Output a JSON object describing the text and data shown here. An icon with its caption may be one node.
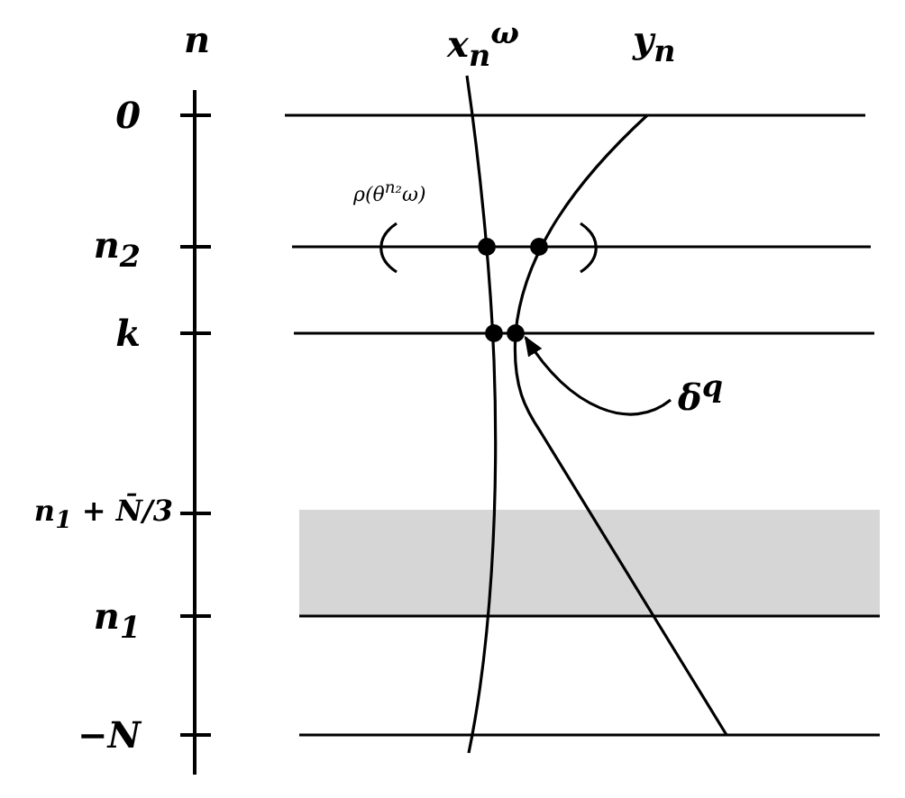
{
  "diagram": {
    "nodes": [
      {
        "text": [
          "δ$^{q}$"
        ]
      },
      {
        "text": [],
        "shape": "circle"
      },
      {
        "text": [],
        "shape": "circle"
      },
      {
        "text": [],
        "shape": "circle"
      },
      {
        "text": [],
        "shape": "circle"
      }
    ],
    "edges": [
      {
        "from": 0,
        "to": 4,
        "arrow": "to"
      }
    ],
    "labels": [
      "n",
      "x$_{n}$$^{ω}$",
      "y$_{n}$",
      "0",
      "ρ(θ$^{n₂}$ω)",
      "n$_{2}$",
      "k",
      "n$_{1}$ + N̄/3",
      "n$_{1}$",
      "−N"
    ]
  }
}
